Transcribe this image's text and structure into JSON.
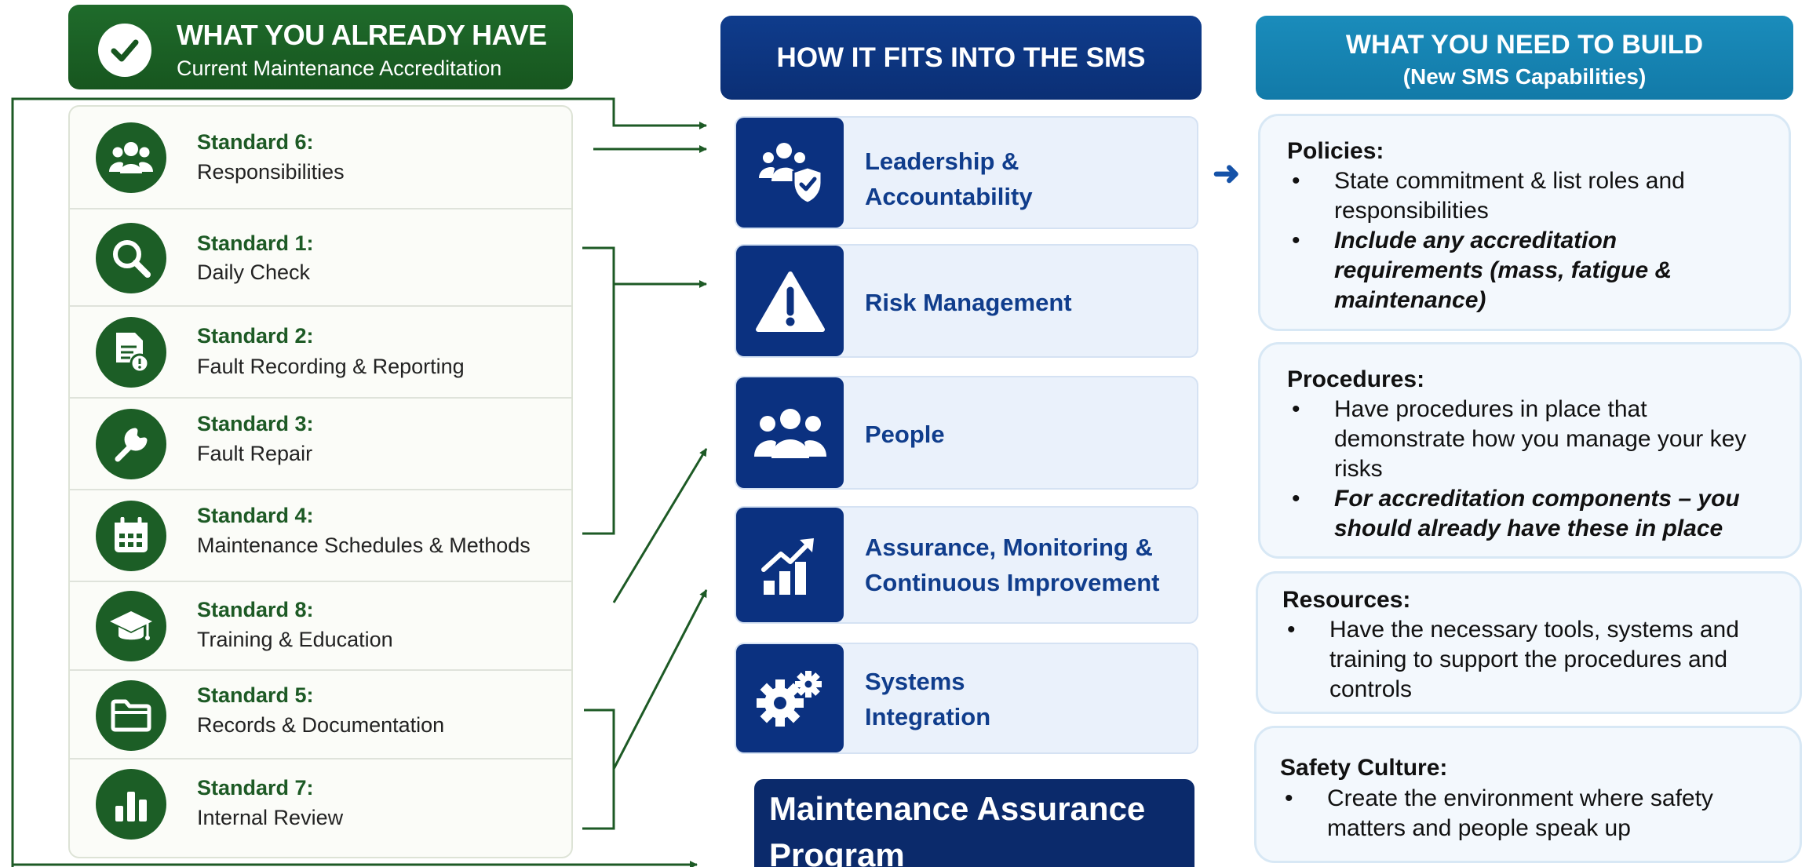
{
  "left": {
    "title": "WHAT YOU ALREADY HAVE",
    "subtitle": "Current Maintenance Accreditation",
    "standards": [
      {
        "title": "Standard 6:",
        "desc": "Responsibilities",
        "icon": "people-icon"
      },
      {
        "title": "Standard 1:",
        "desc": "Daily Check",
        "icon": "magnifier-icon"
      },
      {
        "title": "Standard 2:",
        "desc": "Fault Recording & Reporting",
        "icon": "document-alert-icon"
      },
      {
        "title": "Standard 3:",
        "desc": "Fault Repair",
        "icon": "wrench-icon"
      },
      {
        "title": "Standard 4:",
        "desc": "Maintenance Schedules & Methods",
        "icon": "calendar-icon"
      },
      {
        "title": "Standard 8:",
        "desc": "Training & Education",
        "icon": "graduation-cap-icon"
      },
      {
        "title": "Standard 5:",
        "desc": "Records & Documentation",
        "icon": "folder-icon"
      },
      {
        "title": "Standard 7:",
        "desc": "Internal Review",
        "icon": "bar-chart-icon"
      }
    ]
  },
  "center": {
    "title": "HOW IT FITS INTO THE SMS",
    "components": [
      {
        "label": "Leadership & Accountability",
        "line1": "Leadership &",
        "line2": "Accountability",
        "icon": "leader-shield-icon"
      },
      {
        "label": "Risk Management",
        "line1": "Risk Management",
        "line2": "",
        "icon": "warning-icon"
      },
      {
        "label": "People",
        "line1": "People",
        "line2": "",
        "icon": "group-icon"
      },
      {
        "label": "Assurance, Monitoring & Continuous Improvement",
        "line1": "Assurance, Monitoring &",
        "line2": "Continuous Improvement",
        "icon": "growth-chart-icon"
      },
      {
        "label": "Systems Integration",
        "line1": "Systems",
        "line2": "Integration",
        "icon": "gears-icon"
      }
    ],
    "program": {
      "line1": "Maintenance Assurance",
      "line2": "Program"
    }
  },
  "right": {
    "title": "WHAT YOU NEED TO BUILD",
    "subtitle": "(New SMS Capabilities)",
    "policies": {
      "title": "Policies:",
      "bullet1_l1": "State commitment & list roles and",
      "bullet1_l2": "responsibilities",
      "bullet2_l1": "Include any accreditation",
      "bullet2_l2": "requirements (mass, fatigue &",
      "bullet2_l3": "maintenance)"
    },
    "procedures": {
      "title": "Procedures:",
      "bullet1_l1": "Have procedures in place that",
      "bullet1_l2": "demonstrate how you manage your key",
      "bullet1_l3": "risks",
      "bullet2_l1": "For accreditation components – you",
      "bullet2_l2": "should already have these in place"
    },
    "resources": {
      "title": "Resources:",
      "bullet1_l1": "Have the necessary tools, systems and",
      "bullet1_l2": "training to support the procedures and",
      "bullet1_l3": "controls"
    },
    "culture": {
      "title": "Safety Culture:",
      "bullet1_l1": "Create the environment where safety",
      "bullet1_l2": "matters and people speak up"
    },
    "bullet_symbol": "•",
    "arrow_symbol": "➜"
  },
  "colors": {
    "green": "#1c5e26",
    "navy": "#0b3180",
    "teal": "#1a8cbb"
  }
}
